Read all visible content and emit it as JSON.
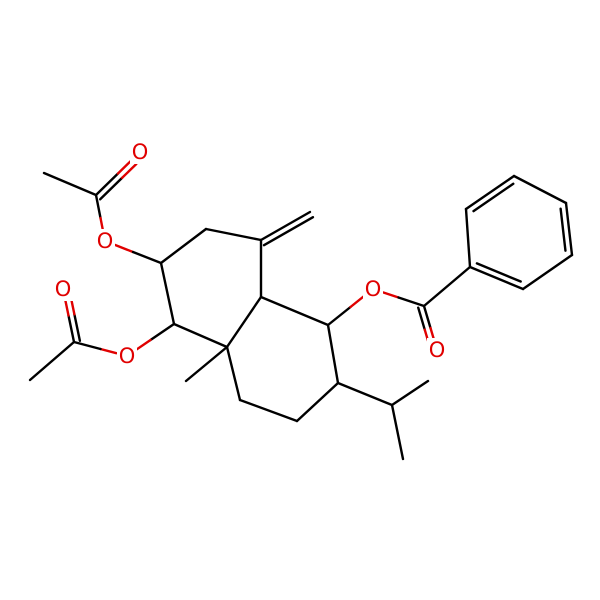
{
  "molecule": {
    "atoms": [
      {
        "element": "O",
        "label": "O"
      },
      {
        "element": "O",
        "label": "O"
      },
      {
        "element": "O",
        "label": "O"
      },
      {
        "element": "O",
        "label": "O"
      },
      {
        "element": "O",
        "label": "O"
      },
      {
        "element": "O",
        "label": "O"
      }
    ]
  },
  "colors": {
    "oxygen": "#e00000",
    "carbon_bond": "#000000",
    "background": "#ffffff"
  }
}
